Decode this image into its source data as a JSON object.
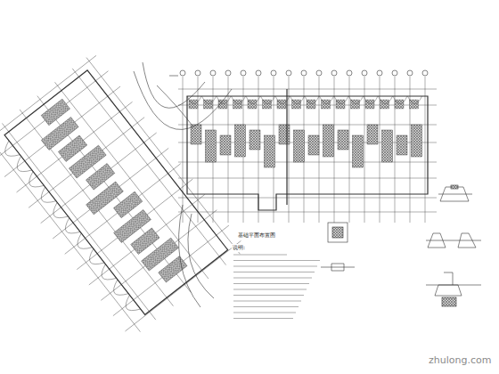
{
  "diagram": {
    "labels": [
      "基础平面布置图",
      "说明:",
      "zhulong.com"
    ]
  }
}
